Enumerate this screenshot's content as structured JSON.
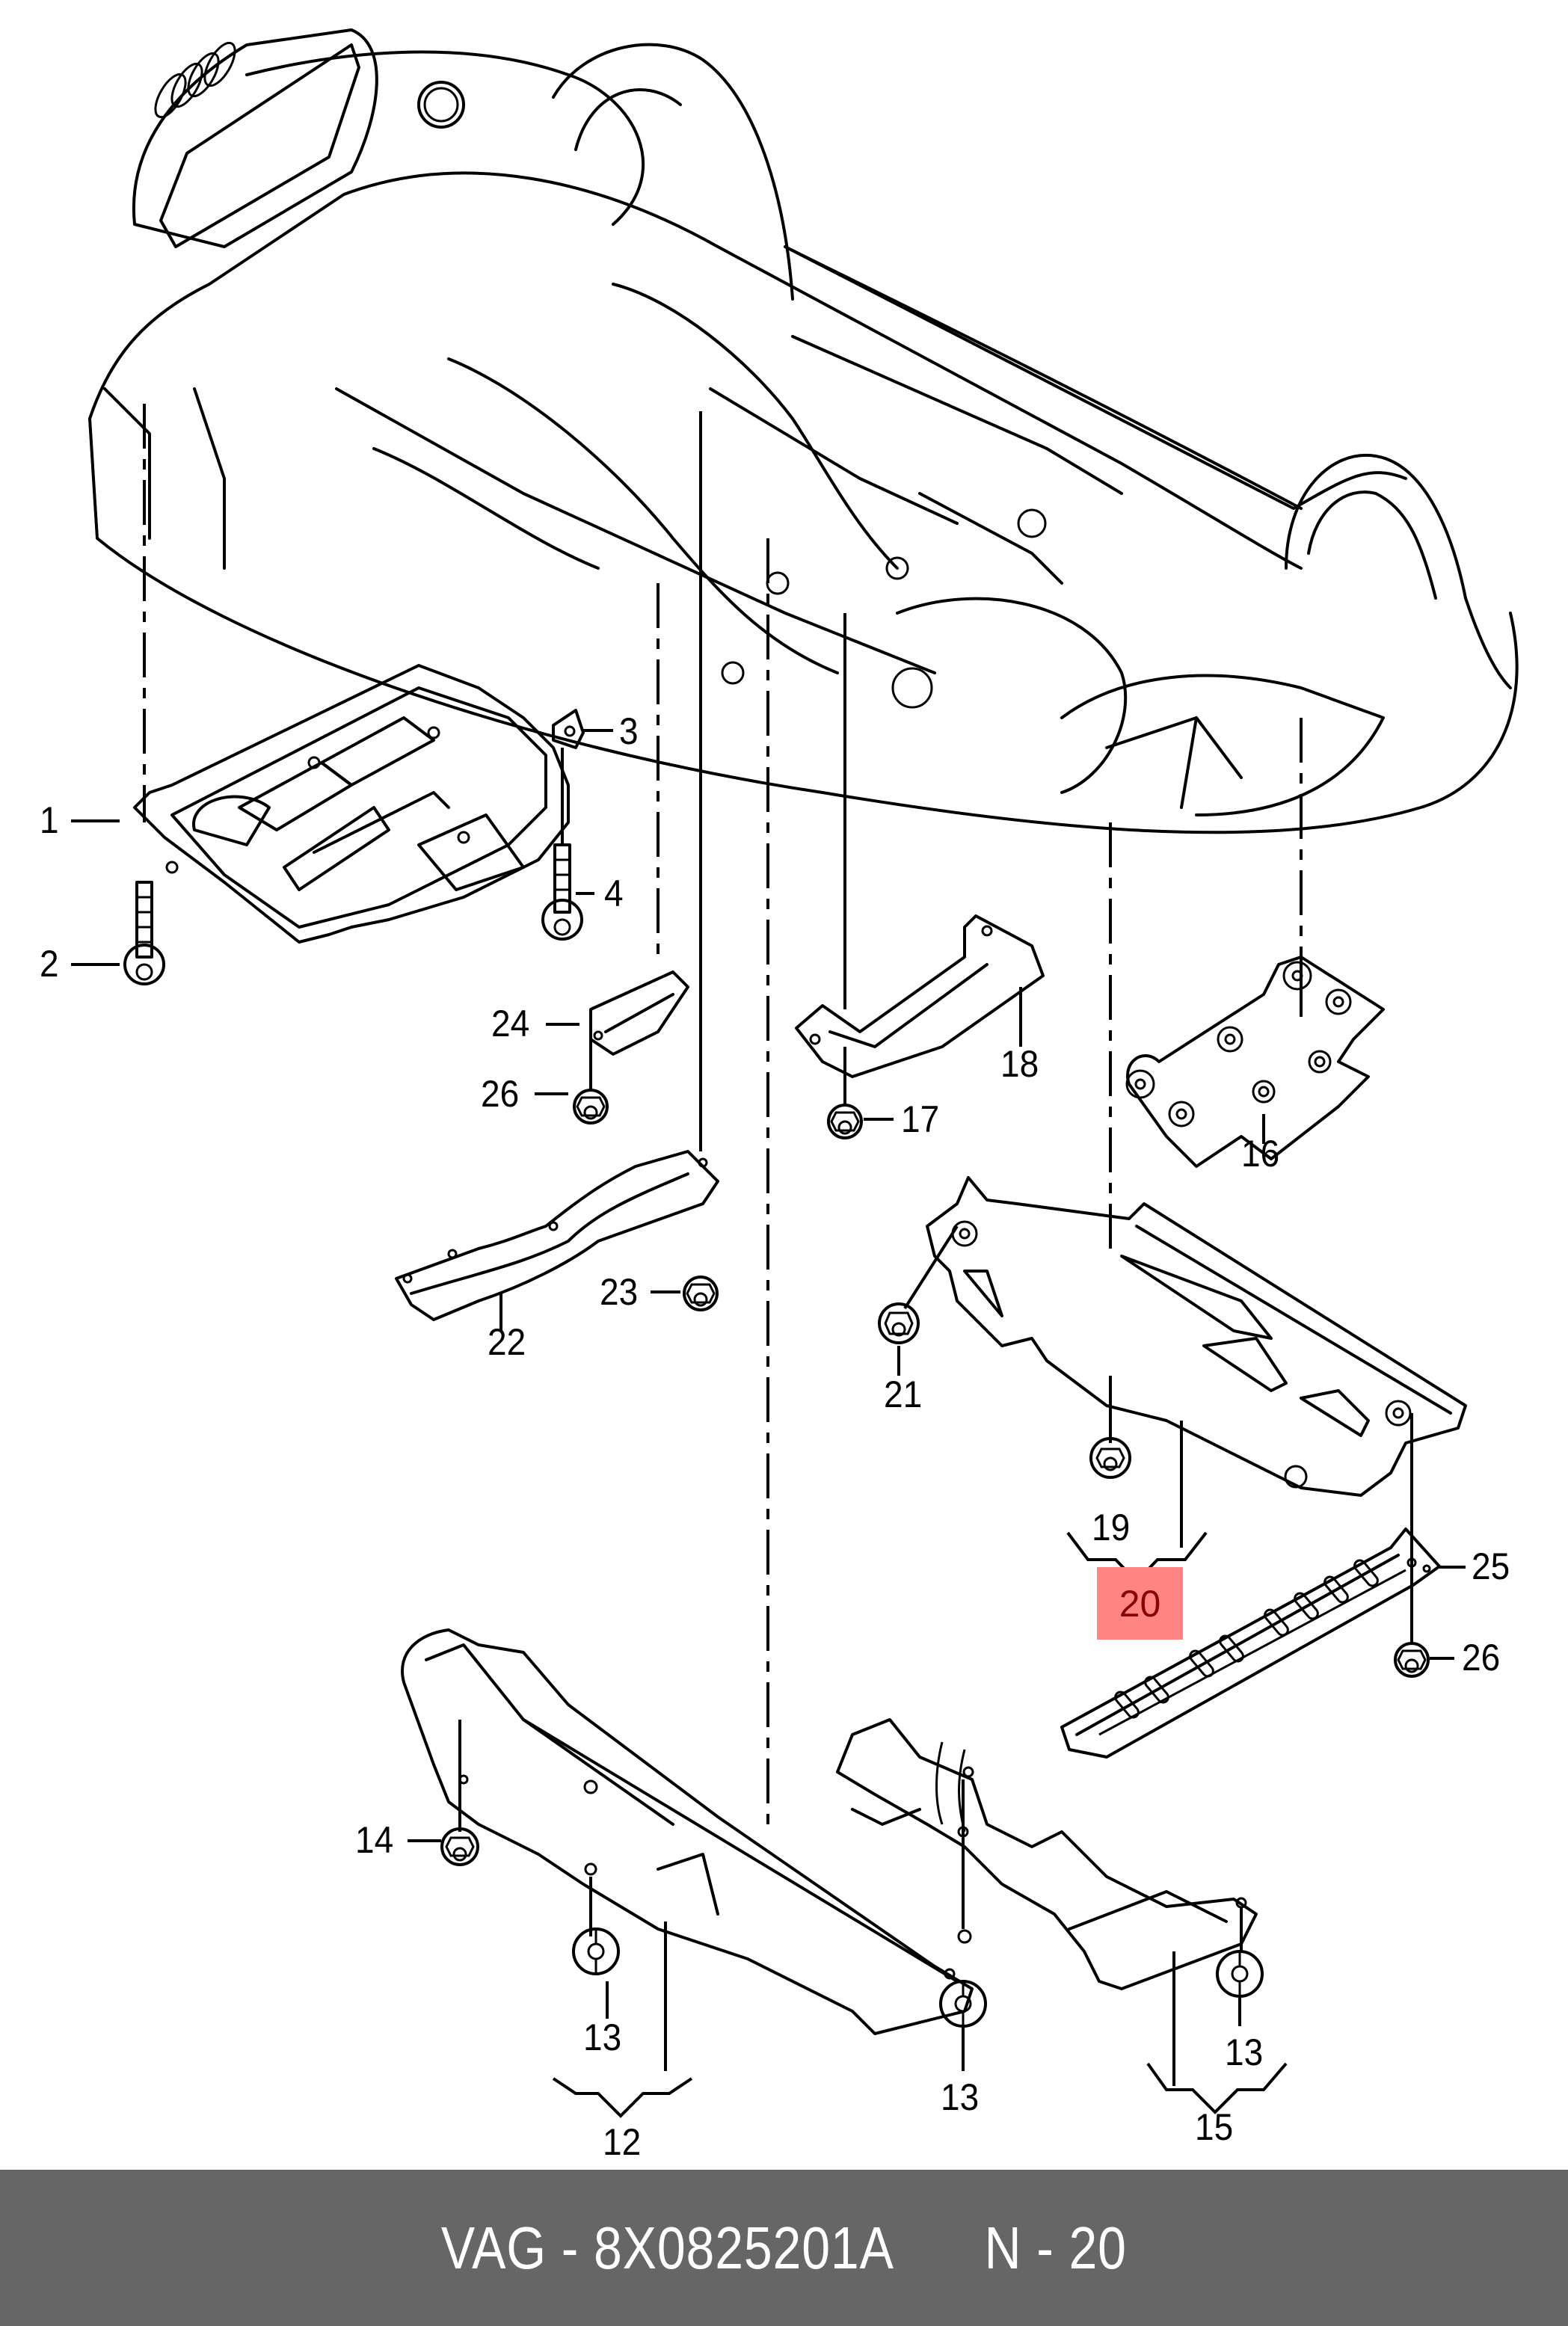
{
  "diagram": {
    "title": "Underbody protection panels – exploded view",
    "highlighted_part": "20",
    "highlight_color": "#ff8585",
    "highlight_text_color": "#8b0000",
    "callouts": {
      "c1": "1",
      "c2": "2",
      "c3": "3",
      "c4": "4",
      "c12": "12",
      "c13a": "13",
      "c13b": "13",
      "c13c": "13",
      "c14": "14",
      "c15": "15",
      "c16": "16",
      "c17": "17",
      "c18": "18",
      "c19": "19",
      "c20": "20",
      "c21": "21",
      "c22": "22",
      "c23": "23",
      "c24": "24",
      "c25": "25",
      "c26a": "26",
      "c26b": "26"
    }
  },
  "footer": {
    "brand": "VAG",
    "separator": "-",
    "part_number": "8X0825201A",
    "position_label": "N",
    "position_number": "20",
    "background": "#666666"
  }
}
